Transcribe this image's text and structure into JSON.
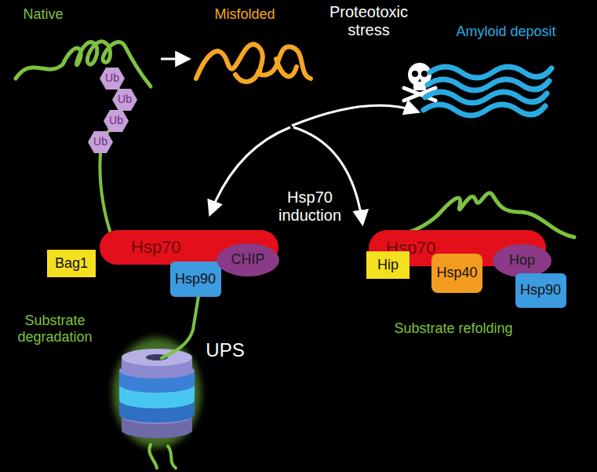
{
  "diagram": {
    "nodes": [
      {
        "text": [
          "Ub"
        ]
      },
      {
        "text": [
          "Ub"
        ]
      },
      {
        "text": [
          "Ub"
        ]
      },
      {
        "text": [
          "Ub"
        ]
      },
      {
        "text": [
          "Hsp70"
        ]
      },
      {
        "text": [
          "Bag1"
        ]
      },
      {
        "text": [
          "Hsp90"
        ]
      },
      {
        "text": [
          "CHIP"
        ]
      },
      {
        "text": [
          "Hsp70"
        ]
      },
      {
        "text": [
          "Hip"
        ]
      },
      {
        "text": [
          "Hsp40"
        ]
      },
      {
        "text": [
          "Hop"
        ]
      },
      {
        "text": [
          "Hsp90"
        ]
      }
    ],
    "labels": [
      "Native",
      "Misfolded",
      "Proteotoxic stress",
      "Amyloid deposit",
      "Hsp70 induction",
      "Substrate degradation",
      "UPS",
      "Substrate refolding"
    ]
  }
}
